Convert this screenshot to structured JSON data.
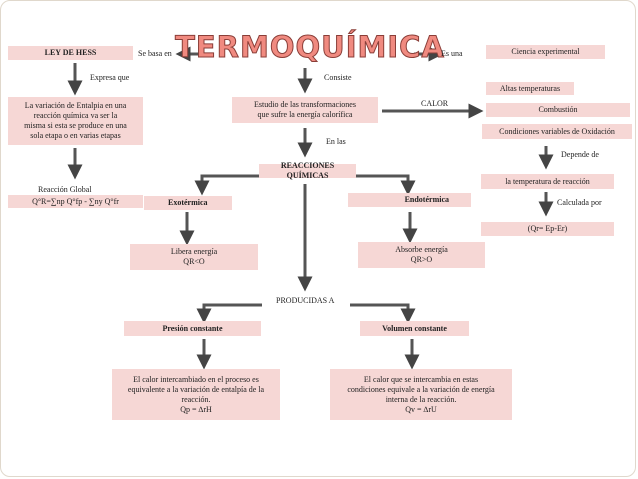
{
  "title": "TERMOQUÍMICA",
  "labels": {
    "se_basa_en": "Se basa en",
    "es_una": "Es una",
    "expresa_que": "Expresa que",
    "consiste": "Consiste",
    "calor": "CALOR",
    "en_las": "En las",
    "depende_de": "Depende de",
    "calculada_por": "Calculada por",
    "producidas_a": "PRODUCIDAS A"
  },
  "nodes": {
    "ley_hess": "LEY DE HESS",
    "ciencia": "Ciencia experimental",
    "variacion": [
      "La variación de Entalpia en una",
      "reacción química va ser la",
      "misma si esta se produce en una",
      "sola etapa o en varias etapas"
    ],
    "estudio": [
      "Estudio de las transformaciones",
      "que sufre la energía calorífica"
    ],
    "altas_temp": "Altas temperaturas",
    "combustion": "Combustión",
    "condiciones_ox": "Condiciones variables de Oxidación",
    "reacciones": "REACCIONES QUÍMICAS",
    "temperatura": "la temperatura de reacción",
    "reaccion_global": [
      "Reacción Global",
      "Q°R=∑np Q°fp - ∑ny Q°fr"
    ],
    "exotermica": "Exotérmica",
    "endotermica": "Endotérmica",
    "qr_formula": "(Qr= Ep-Er)",
    "libera": [
      "Libera energía",
      "QR<O"
    ],
    "absorbe": [
      "Absorbe energía",
      "QR>O"
    ],
    "presion": "Presión constante",
    "volumen": "Volumen constante",
    "calor_presion": [
      "El calor intercambiado en el proceso es",
      "equivalente a la variación de entalpía de la",
      "reacción.",
      "Qp = ∆rH"
    ],
    "calor_volumen": [
      "El calor que se intercambia en estas",
      "condiciones equivale a la variación de energía",
      "interna de la reacción.",
      "Qv = ∆rU"
    ]
  },
  "colors": {
    "box_fill": "#f6d7d5",
    "title_fill": "#f08a80",
    "arrow": "#444444"
  }
}
